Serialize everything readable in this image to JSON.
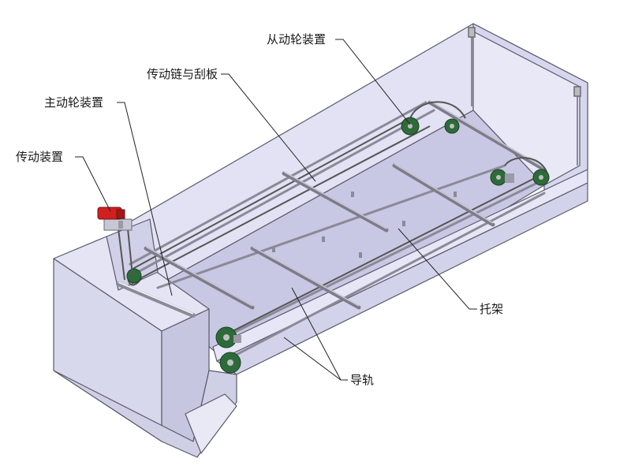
{
  "labels": {
    "driven_wheel": "从动轮装置",
    "chain_scraper": "传动链与刮板",
    "drive_wheel": "主动轮装置",
    "drive_unit": "传动装置",
    "bracket": "托架",
    "guide_rail": "导轨"
  },
  "colors": {
    "tank_fill": "#dcdcf2",
    "tank_floor": "#c4c4e2",
    "tank_edge": "#5a5a6a",
    "rail": "#8a8a98",
    "wheel": "#2e6b3a",
    "motor": "#d02020"
  }
}
